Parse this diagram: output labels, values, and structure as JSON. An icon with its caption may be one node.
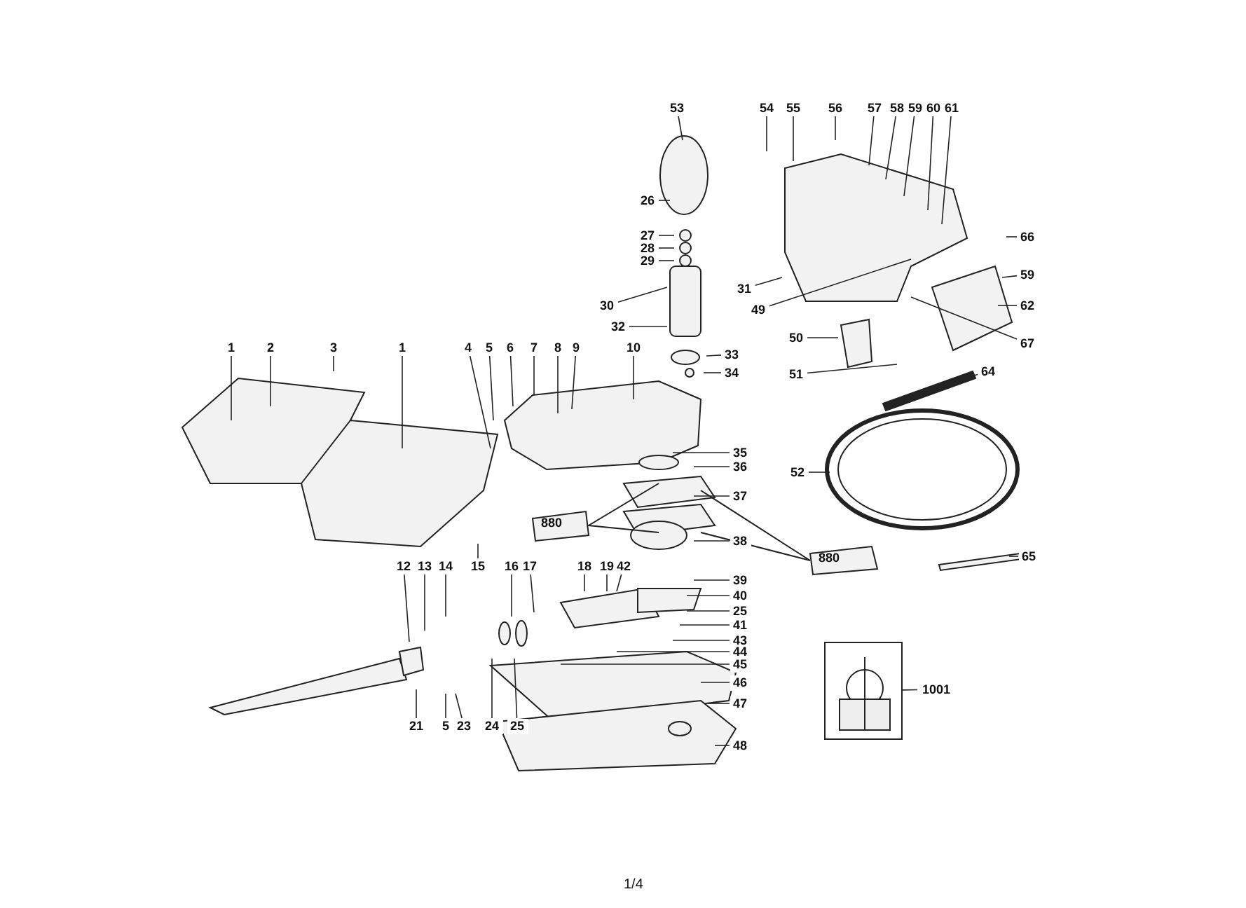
{
  "diagram": {
    "nodes": [
      {
        "text": [
          "53"
        ]
      },
      {
        "text": [
          "54"
        ]
      },
      {
        "text": [
          "55"
        ]
      },
      {
        "text": [
          "56"
        ]
      },
      {
        "text": [
          "57"
        ]
      },
      {
        "text": [
          "58"
        ]
      },
      {
        "text": [
          "59"
        ]
      },
      {
        "text": [
          "60"
        ]
      },
      {
        "text": [
          "61"
        ]
      },
      {
        "text": [
          "26"
        ]
      },
      {
        "text": [
          "27"
        ]
      },
      {
        "text": [
          "28"
        ]
      },
      {
        "text": [
          "29"
        ]
      },
      {
        "text": [
          "66"
        ]
      },
      {
        "text": [
          "59"
        ]
      },
      {
        "text": [
          "31"
        ]
      },
      {
        "text": [
          "30"
        ]
      },
      {
        "text": [
          "49"
        ]
      },
      {
        "text": [
          "62"
        ]
      },
      {
        "text": [
          "32"
        ]
      },
      {
        "text": [
          "50"
        ]
      },
      {
        "text": [
          "67"
        ]
      },
      {
        "text": [
          "1"
        ]
      },
      {
        "text": [
          "2"
        ]
      },
      {
        "text": [
          "3"
        ]
      },
      {
        "text": [
          "1"
        ]
      },
      {
        "text": [
          "4"
        ]
      },
      {
        "text": [
          "5"
        ]
      },
      {
        "text": [
          "6"
        ]
      },
      {
        "text": [
          "7"
        ]
      },
      {
        "text": [
          "8"
        ]
      },
      {
        "text": [
          "9"
        ]
      },
      {
        "text": [
          "10"
        ]
      },
      {
        "text": [
          "33"
        ]
      },
      {
        "text": [
          "34"
        ]
      },
      {
        "text": [
          "51"
        ]
      },
      {
        "text": [
          "64"
        ]
      },
      {
        "text": [
          "35"
        ]
      },
      {
        "text": [
          "36"
        ]
      },
      {
        "text": [
          "52"
        ]
      },
      {
        "text": [
          "37"
        ]
      },
      {
        "text": [
          "38"
        ]
      },
      {
        "text": [
          "65"
        ]
      },
      {
        "text": [
          "12"
        ]
      },
      {
        "text": [
          "13"
        ]
      },
      {
        "text": [
          "14"
        ]
      },
      {
        "text": [
          "15"
        ]
      },
      {
        "text": [
          "16"
        ]
      },
      {
        "text": [
          "17"
        ]
      },
      {
        "text": [
          "18"
        ]
      },
      {
        "text": [
          "19"
        ]
      },
      {
        "text": [
          "42"
        ]
      },
      {
        "text": [
          "39"
        ]
      },
      {
        "text": [
          "40"
        ]
      },
      {
        "text": [
          "25"
        ]
      },
      {
        "text": [
          "41"
        ]
      },
      {
        "text": [
          "43"
        ]
      },
      {
        "text": [
          "44"
        ]
      },
      {
        "text": [
          "45"
        ]
      },
      {
        "text": [
          "46"
        ]
      },
      {
        "text": [
          "47"
        ]
      },
      {
        "text": [
          "1001"
        ]
      },
      {
        "text": [],
        "shape": "picture"
      },
      {
        "text": [
          "48"
        ]
      },
      {
        "text": [
          "21"
        ]
      },
      {
        "text": [
          "5"
        ]
      },
      {
        "text": [
          "23"
        ]
      },
      {
        "text": [
          "24"
        ]
      },
      {
        "text": [
          "25"
        ]
      }
    ],
    "edges": [
      {
        "from": 0,
        "to": null,
        "arrow": "none"
      },
      {
        "from": 1,
        "to": null,
        "arrow": "none"
      },
      {
        "from": 2,
        "to": null,
        "arrow": "none"
      },
      {
        "from": 3,
        "to": null,
        "arrow": "none"
      },
      {
        "from": 4,
        "to": null,
        "arrow": "none"
      },
      {
        "from": 5,
        "to": null,
        "arrow": "none"
      },
      {
        "from": 6,
        "to": null,
        "arrow": "none"
      },
      {
        "from": 7,
        "to": null,
        "arrow": "none"
      },
      {
        "from": 8,
        "to": null,
        "arrow": "none"
      },
      {
        "from": 9,
        "to": null,
        "arrow": "none"
      },
      {
        "from": 10,
        "to": null,
        "arrow": "none"
      },
      {
        "from": 11,
        "to": null,
        "arrow": "none"
      },
      {
        "from": 12,
        "to": null,
        "arrow": "none"
      },
      {
        "from": 13,
        "to": null,
        "arrow": "none"
      },
      {
        "from": 14,
        "to": null,
        "arrow": "none"
      },
      {
        "from": 15,
        "to": null,
        "arrow": "none"
      },
      {
        "from": 16,
        "to": null,
        "arrow": "none"
      },
      {
        "from": 17,
        "to": null,
        "arrow": "none"
      },
      {
        "from": 18,
        "to": null,
        "arrow": "none"
      },
      {
        "from": 19,
        "to": null,
        "arrow": "none"
      },
      {
        "from": 20,
        "to": null,
        "arrow": "none"
      },
      {
        "from": 21,
        "to": null,
        "arrow": "none"
      },
      {
        "from": 22,
        "to": null,
        "arrow": "none"
      },
      {
        "from": 23,
        "to": null,
        "arrow": "none"
      },
      {
        "from": 24,
        "to": null,
        "arrow": "none"
      },
      {
        "from": 25,
        "to": null,
        "arrow": "none"
      },
      {
        "from": 26,
        "to": null,
        "arrow": "none"
      },
      {
        "from": 27,
        "to": null,
        "arrow": "none"
      },
      {
        "from": 28,
        "to": null,
        "arrow": "none"
      },
      {
        "from": 29,
        "to": null,
        "arrow": "none"
      },
      {
        "from": 30,
        "to": null,
        "arrow": "none"
      },
      {
        "from": 31,
        "to": null,
        "arrow": "none"
      },
      {
        "from": 32,
        "to": null,
        "arrow": "none"
      },
      {
        "from": 33,
        "to": null,
        "arrow": "none"
      },
      {
        "from": 34,
        "to": null,
        "arrow": "none"
      },
      {
        "from": 35,
        "to": null,
        "arrow": "none"
      },
      {
        "from": 36,
        "to": null,
        "arrow": "none"
      },
      {
        "from": 37,
        "to": null,
        "arrow": "none"
      },
      {
        "from": 38,
        "to": null,
        "arrow": "none"
      },
      {
        "from": 39,
        "to": null,
        "arrow": "none"
      },
      {
        "from": 40,
        "to": null,
        "arrow": "none"
      },
      {
        "from": 41,
        "to": null,
        "arrow": "none"
      },
      {
        "from": 42,
        "to": null,
        "arrow": "none"
      },
      {
        "from": 43,
        "to": null,
        "arrow": "none"
      },
      {
        "from": 44,
        "to": null,
        "arrow": "none"
      },
      {
        "from": 45,
        "to": null,
        "arrow": "none"
      },
      {
        "from": 46,
        "to": null,
        "arrow": "none"
      },
      {
        "from": 47,
        "to": null,
        "arrow": "none"
      },
      {
        "from": 48,
        "to": null,
        "arrow": "none"
      },
      {
        "from": 49,
        "to": null,
        "arrow": "none"
      },
      {
        "from": 50,
        "to": null,
        "arrow": "none"
      },
      {
        "from": 51,
        "to": null,
        "arrow": "none"
      },
      {
        "from": 52,
        "to": null,
        "arrow": "none"
      },
      {
        "from": 53,
        "to": null,
        "arrow": "none"
      },
      {
        "from": 54,
        "to": null,
        "arrow": "none"
      },
      {
        "from": 55,
        "to": null,
        "arrow": "none"
      },
      {
        "from": 56,
        "to": null,
        "arrow": "none"
      },
      {
        "from": 57,
        "to": null,
        "arrow": "none"
      },
      {
        "from": 58,
        "to": null,
        "arrow": "none"
      },
      {
        "from": 59,
        "to": null,
        "arrow": "none"
      },
      {
        "from": 60,
        "to": null,
        "arrow": "none"
      },
      {
        "from": 61,
        "to": 62,
        "arrow": "none"
      },
      {
        "from": 63,
        "to": null,
        "arrow": "none"
      },
      {
        "from": 64,
        "to": null,
        "arrow": "none"
      },
      {
        "from": 65,
        "to": null,
        "arrow": "none"
      },
      {
        "from": 66,
        "to": null,
        "arrow": "none"
      },
      {
        "from": 67,
        "to": null,
        "arrow": "none"
      },
      {
        "from": 68,
        "to": null,
        "arrow": "none"
      }
    ],
    "labels": [
      "880",
      "880",
      "1/4"
    ]
  }
}
